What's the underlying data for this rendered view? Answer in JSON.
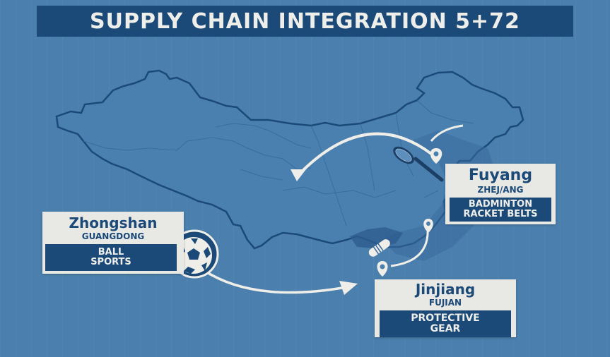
{
  "title": "SUPPLY CHAIN INTEGRATION 5+72",
  "colors": {
    "background": "#4b7fad",
    "title_bar": "#1c4a78",
    "card_bg": "#e8e8e4",
    "card_text": "#1c4a78",
    "border": "#1b4a78",
    "route": "#efeee8"
  },
  "locations": [
    {
      "city": "Fuyang",
      "province": "ZHEJ/ANG",
      "category_line1": "BADMINTON",
      "category_line2": "RACKET BELTS",
      "icon": "badminton-racket-icon"
    },
    {
      "city": "Zhongshan",
      "province": "GUANGDONG",
      "category_line1": "BALL",
      "category_line2": "SPORTS",
      "icon": "soccer-ball-icon"
    },
    {
      "city": "Jinjiang",
      "province": "FUJIAN",
      "category_line1": "PROTECTIVE",
      "category_line2": "GEAR",
      "icon": "protective-pad-icon"
    }
  ],
  "map": {
    "region": "China",
    "routes": [
      {
        "from": "Fuyang",
        "to": "central China",
        "style": "curved-arrow"
      },
      {
        "from": "Zhongshan",
        "to": "Jinjiang",
        "style": "curved-arrow"
      },
      {
        "from": "Jinjiang",
        "to": "coastal pin",
        "style": "curved-line"
      }
    ]
  }
}
